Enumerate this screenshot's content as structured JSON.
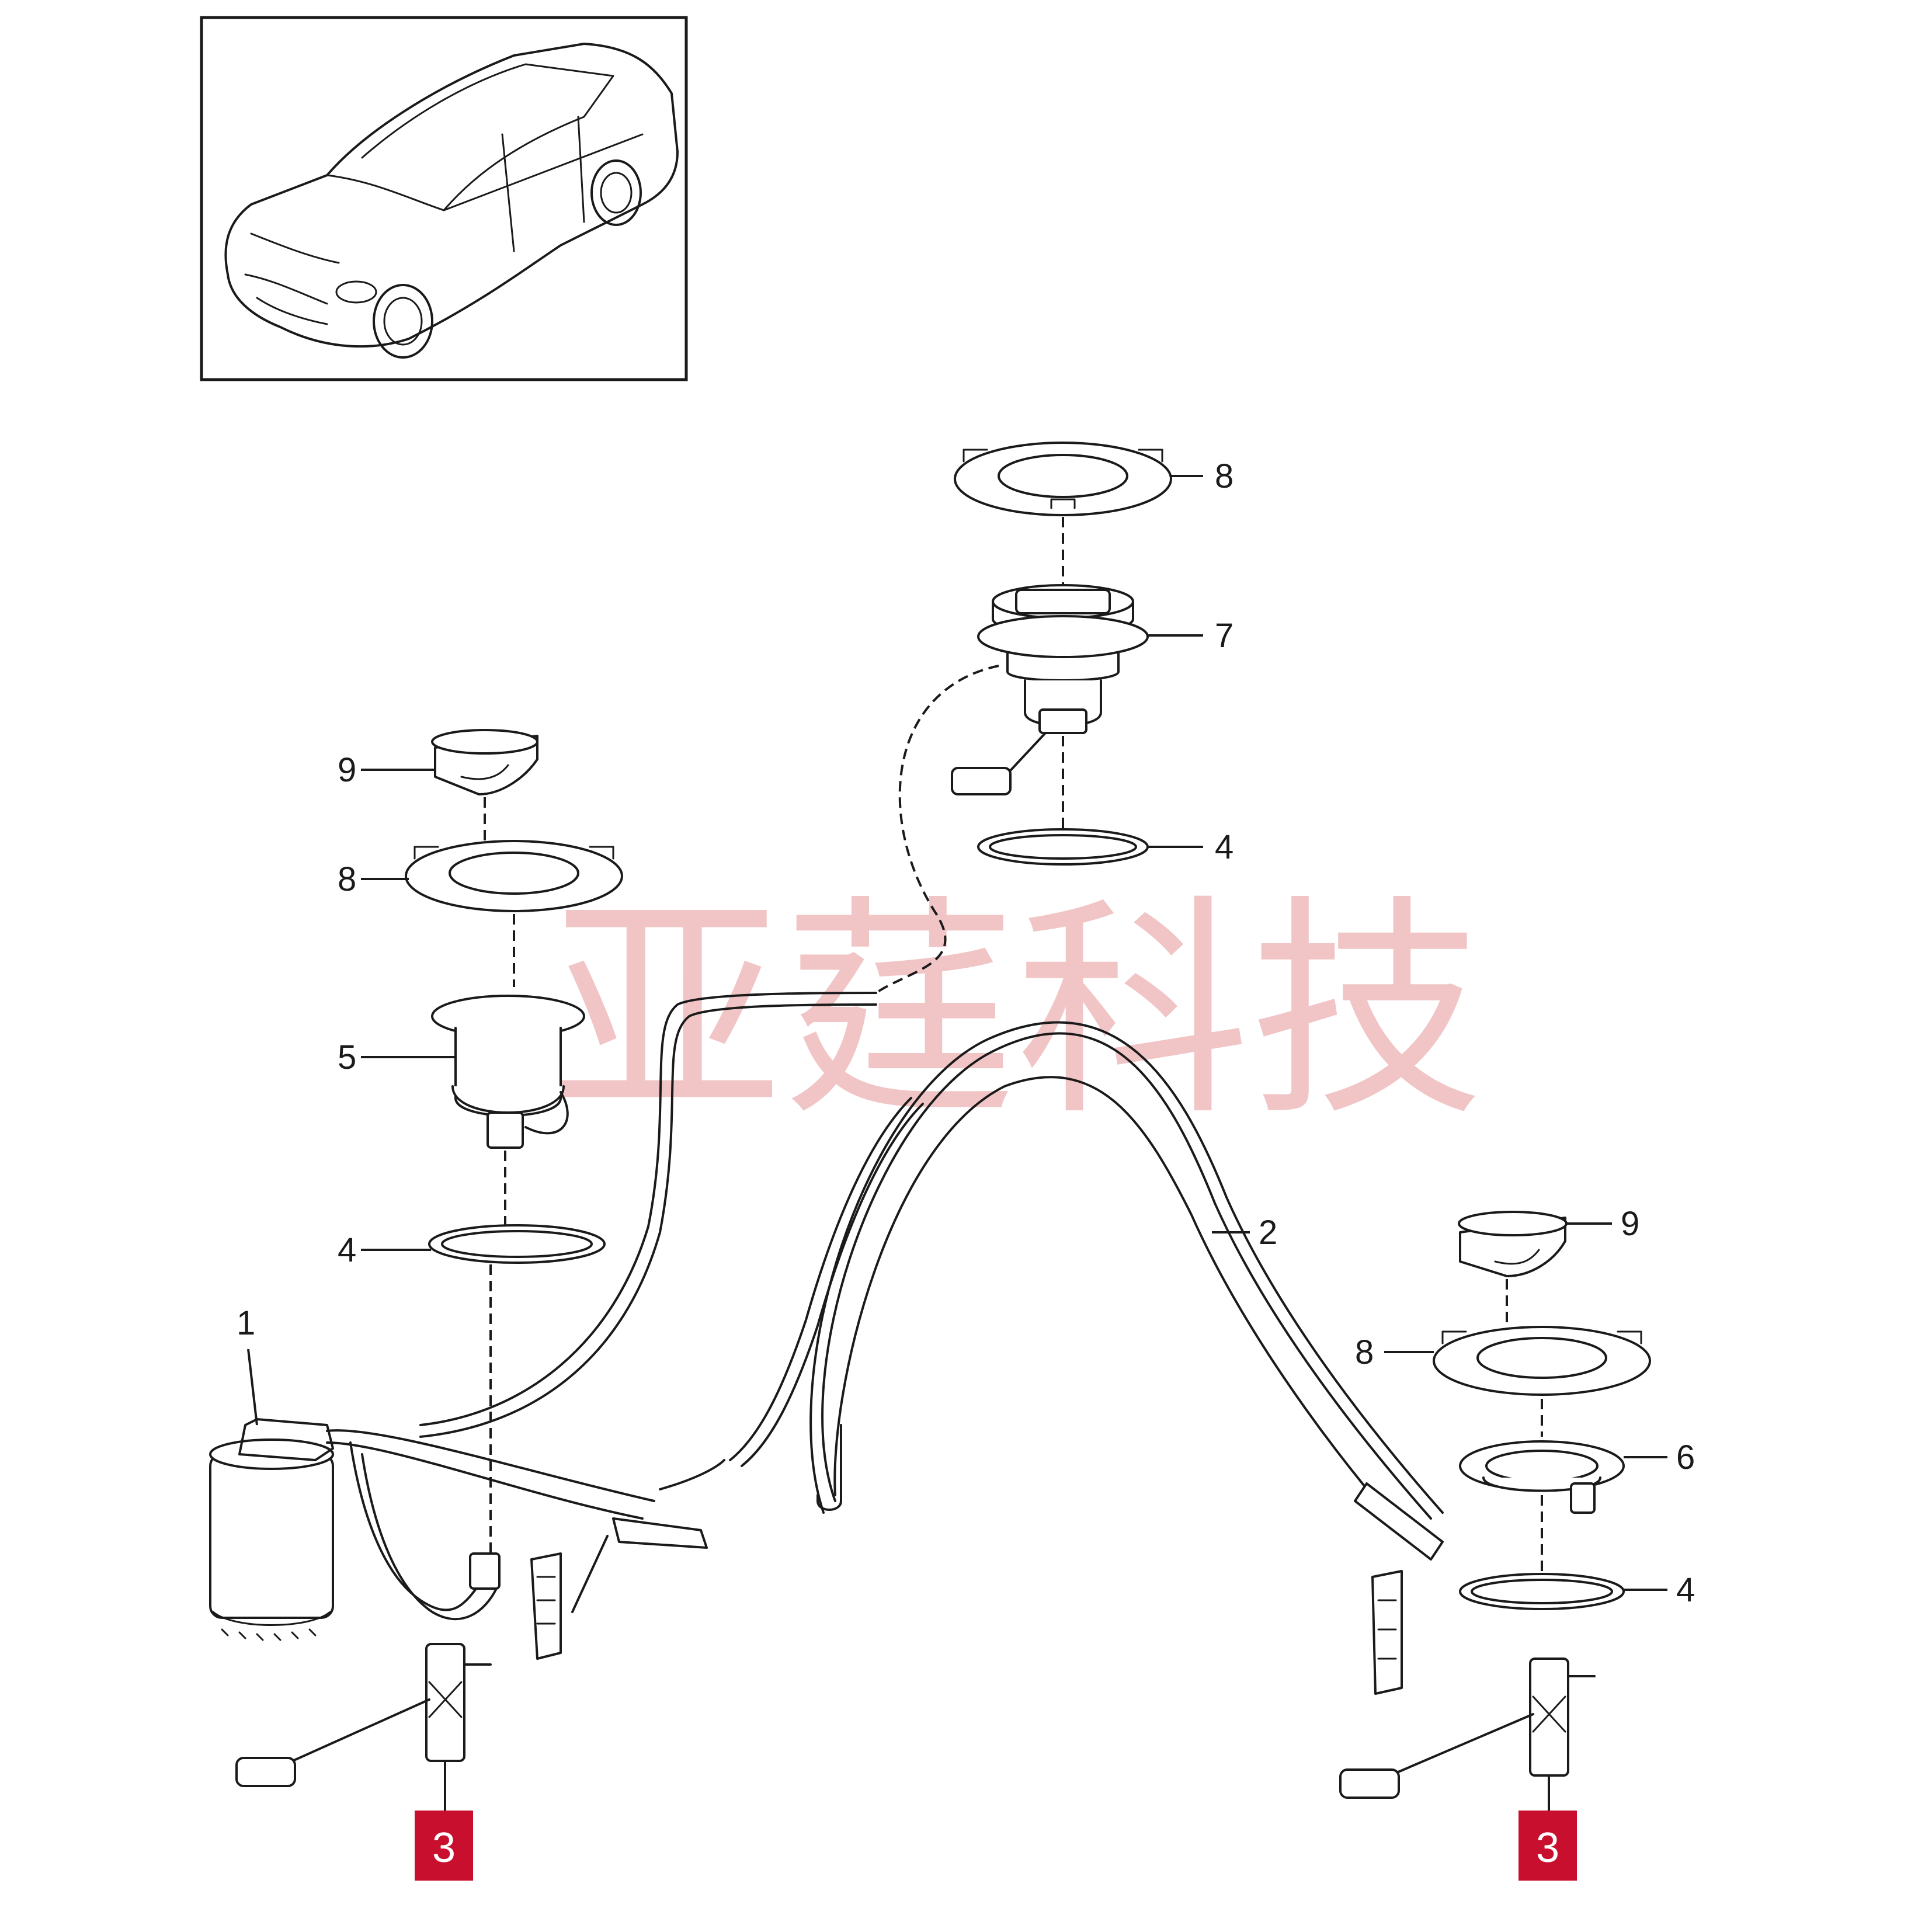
{
  "diagram": {
    "callouts": {
      "c9_left": "9",
      "c8_left": "8",
      "c5": "5",
      "c4_left": "4",
      "c1": "1",
      "c8_top": "8",
      "c7": "7",
      "c4_top": "4",
      "c2": "2",
      "c9_right": "9",
      "c8_right": "8",
      "c6": "6",
      "c4_right": "4",
      "c3_left": "3",
      "c3_right": "3"
    },
    "highlight_color": "#c8102e",
    "watermark": "亚莛科技"
  }
}
